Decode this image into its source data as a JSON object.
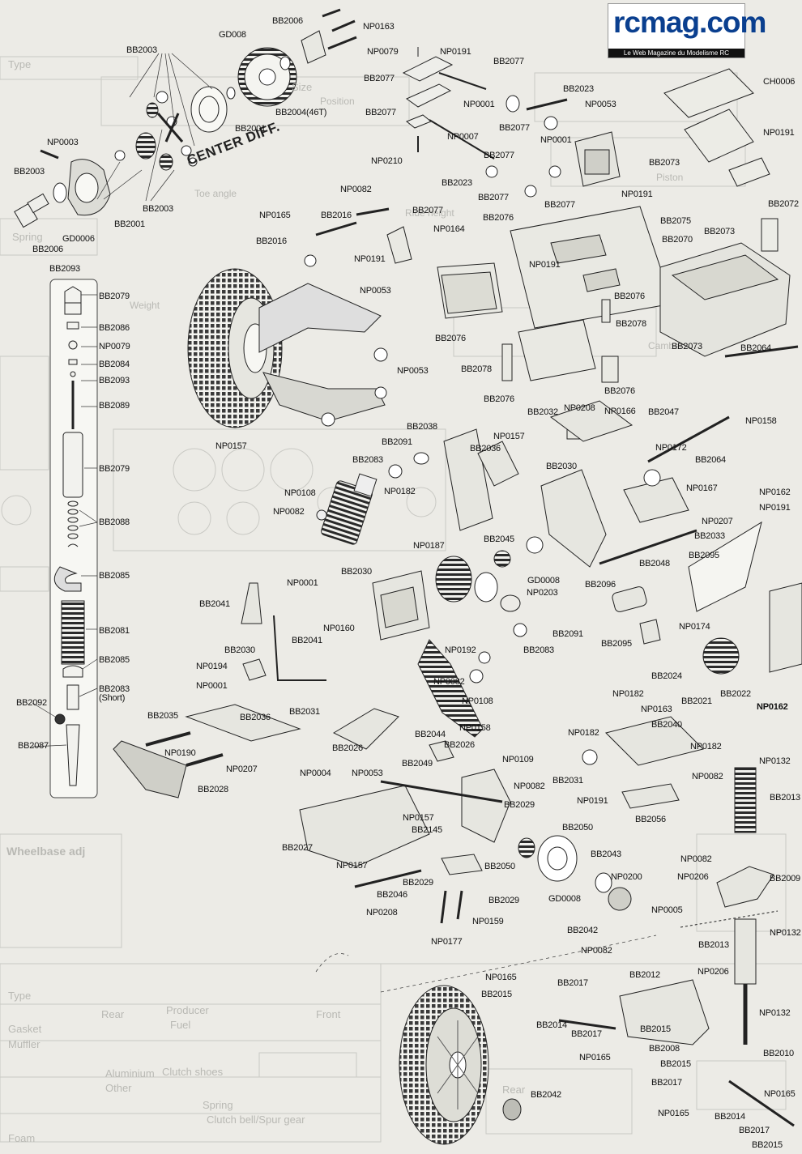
{
  "logo": {
    "brand": "rcmag.com",
    "tagline": "Le Web Magazine du Modelisme RC"
  },
  "diagram_title": "CENTER DIFF.",
  "labels": [
    {
      "id": "l1",
      "text": "BB2006"
    },
    {
      "id": "l2",
      "text": "NP0163"
    },
    {
      "id": "l3",
      "text": "GD008"
    },
    {
      "id": "l4",
      "text": "BB2003"
    },
    {
      "id": "l5",
      "text": "BB2004(46T)"
    },
    {
      "id": "l6",
      "text": "BB2001"
    },
    {
      "id": "l7",
      "text": "NP0003"
    },
    {
      "id": "l8",
      "text": "BB2003"
    },
    {
      "id": "l9",
      "text": "BB2001"
    },
    {
      "id": "l10",
      "text": "BB2003"
    },
    {
      "id": "l11",
      "text": "GD0006"
    },
    {
      "id": "l12",
      "text": "BB2006"
    },
    {
      "id": "l13",
      "text": "NP0079"
    },
    {
      "id": "l14",
      "text": "NP0191"
    },
    {
      "id": "l15",
      "text": "BB2077"
    },
    {
      "id": "l16",
      "text": "BB2077"
    },
    {
      "id": "l17",
      "text": "BB2023"
    },
    {
      "id": "l18",
      "text": "NP0001"
    },
    {
      "id": "l19",
      "text": "NP0053"
    },
    {
      "id": "l20",
      "text": "BB2077"
    },
    {
      "id": "l21",
      "text": "BB2077"
    },
    {
      "id": "l22",
      "text": "NP0007"
    },
    {
      "id": "l23",
      "text": "NP0001"
    },
    {
      "id": "l24",
      "text": "NP0210"
    },
    {
      "id": "l25",
      "text": "BB2077"
    },
    {
      "id": "l26",
      "text": "BB2023"
    },
    {
      "id": "l27",
      "text": "BB2077"
    },
    {
      "id": "l28",
      "text": "BB2077"
    },
    {
      "id": "l29",
      "text": "CH0006"
    },
    {
      "id": "l30",
      "text": "NP0191"
    },
    {
      "id": "l31",
      "text": "BB2073"
    },
    {
      "id": "l32",
      "text": "BB2072"
    },
    {
      "id": "l33",
      "text": "NP0082"
    },
    {
      "id": "l34",
      "text": "NP0165"
    },
    {
      "id": "l35",
      "text": "BB2016"
    },
    {
      "id": "l36",
      "text": "BB2077"
    },
    {
      "id": "l37",
      "text": "BB2076"
    },
    {
      "id": "l38",
      "text": "NP0191"
    },
    {
      "id": "l39",
      "text": "BB2075"
    },
    {
      "id": "l40",
      "text": "BB2073"
    },
    {
      "id": "l41",
      "text": "NP0164"
    },
    {
      "id": "l42",
      "text": "BB2016"
    },
    {
      "id": "l43",
      "text": "BB2070"
    },
    {
      "id": "l44",
      "text": "NP0191"
    },
    {
      "id": "l45",
      "text": "NP0191"
    },
    {
      "id": "l46",
      "text": "BB2093"
    },
    {
      "id": "l47",
      "text": "NP0053"
    },
    {
      "id": "l48",
      "text": "BB2076"
    },
    {
      "id": "l49",
      "text": "BB2079"
    },
    {
      "id": "l50",
      "text": "BB2086"
    },
    {
      "id": "l51",
      "text": "BB2078"
    },
    {
      "id": "l52",
      "text": "NP0079"
    },
    {
      "id": "l53",
      "text": "BB2076"
    },
    {
      "id": "l54",
      "text": "BB2073"
    },
    {
      "id": "l55",
      "text": "BB2084"
    },
    {
      "id": "l56",
      "text": "BB2064"
    },
    {
      "id": "l57",
      "text": "BB2093"
    },
    {
      "id": "l58",
      "text": "NP0053"
    },
    {
      "id": "l59",
      "text": "BB2078"
    },
    {
      "id": "l60",
      "text": "BB2076"
    },
    {
      "id": "l61",
      "text": "BB2089"
    },
    {
      "id": "l62",
      "text": "BB2076"
    },
    {
      "id": "l63",
      "text": "NP0208"
    },
    {
      "id": "l64",
      "text": "BB2032"
    },
    {
      "id": "l65",
      "text": "NP0166"
    },
    {
      "id": "l66",
      "text": "BB2047"
    },
    {
      "id": "l67",
      "text": "NP0158"
    },
    {
      "id": "l68",
      "text": "BB2038"
    },
    {
      "id": "l69",
      "text": "NP0157"
    },
    {
      "id": "l70",
      "text": "NP0157"
    },
    {
      "id": "l71",
      "text": "BB2091"
    },
    {
      "id": "l72",
      "text": "BB2036"
    },
    {
      "id": "l73",
      "text": "NP0172"
    },
    {
      "id": "l74",
      "text": "BB2079"
    },
    {
      "id": "l75",
      "text": "BB2083"
    },
    {
      "id": "l76",
      "text": "BB2030"
    },
    {
      "id": "l77",
      "text": "BB2064"
    },
    {
      "id": "l78",
      "text": "NP0162"
    },
    {
      "id": "l79",
      "text": "NP0191"
    },
    {
      "id": "l80",
      "text": "NP0108"
    },
    {
      "id": "l81",
      "text": "NP0182"
    },
    {
      "id": "l82",
      "text": "NP0167"
    },
    {
      "id": "l83",
      "text": "BB2088"
    },
    {
      "id": "l84",
      "text": "NP0082"
    },
    {
      "id": "l85",
      "text": "NP0207"
    },
    {
      "id": "l86",
      "text": "NP0187"
    },
    {
      "id": "l87",
      "text": "BB2045"
    },
    {
      "id": "l88",
      "text": "BB2033"
    },
    {
      "id": "l89",
      "text": "BB2095"
    },
    {
      "id": "l90",
      "text": "BB2048"
    },
    {
      "id": "l91",
      "text": "BB2085"
    },
    {
      "id": "l92",
      "text": "BB2030"
    },
    {
      "id": "l93",
      "text": "NP0001"
    },
    {
      "id": "l94",
      "text": "GD0008"
    },
    {
      "id": "l95",
      "text": "BB2096"
    },
    {
      "id": "l96",
      "text": "BB2041"
    },
    {
      "id": "l97",
      "text": "NP0203"
    },
    {
      "id": "l98",
      "text": "BB2081"
    },
    {
      "id": "l99",
      "text": "NP0160"
    },
    {
      "id": "l100",
      "text": "BB2041"
    },
    {
      "id": "l101",
      "text": "BB2091"
    },
    {
      "id": "l102",
      "text": "NP0174"
    },
    {
      "id": "l103",
      "text": "BB2095"
    },
    {
      "id": "l104",
      "text": "BB2030"
    },
    {
      "id": "l105",
      "text": "NP0192"
    },
    {
      "id": "l106",
      "text": "BB2083"
    },
    {
      "id": "l107",
      "text": "NP0194"
    },
    {
      "id": "l108",
      "text": "BB2024"
    },
    {
      "id": "l109",
      "text": "BB2085"
    },
    {
      "id": "l110",
      "text": "NP0001"
    },
    {
      "id": "l111",
      "text": "NP0082"
    },
    {
      "id": "l112",
      "text": "BB2021"
    },
    {
      "id": "l113",
      "text": "BB2022"
    },
    {
      "id": "l114",
      "text": "BB2083"
    },
    {
      "id": "l115",
      "text": "(Short)"
    },
    {
      "id": "l116",
      "text": "NP0108"
    },
    {
      "id": "l117",
      "text": "NP0182"
    },
    {
      "id": "l118",
      "text": "BB2092"
    },
    {
      "id": "l119",
      "text": "NP0163"
    },
    {
      "id": "l120",
      "text": "NP0162"
    },
    {
      "id": "l121",
      "text": "BB2035"
    },
    {
      "id": "l122",
      "text": "BB2036"
    },
    {
      "id": "l123",
      "text": "BB2031"
    },
    {
      "id": "l124",
      "text": "BB2040"
    },
    {
      "id": "l125",
      "text": "BB2087"
    },
    {
      "id": "l126",
      "text": "NP0158"
    },
    {
      "id": "l127",
      "text": "BB2044"
    },
    {
      "id": "l128",
      "text": "NP0182"
    },
    {
      "id": "l129",
      "text": "NP0182"
    },
    {
      "id": "l130",
      "text": "NP0190"
    },
    {
      "id": "l131",
      "text": "BB2026"
    },
    {
      "id": "l132",
      "text": "BB2026"
    },
    {
      "id": "l133",
      "text": "NP0109"
    },
    {
      "id": "l134",
      "text": "NP0132"
    },
    {
      "id": "l135",
      "text": "NP0207"
    },
    {
      "id": "l136",
      "text": "BB2049"
    },
    {
      "id": "l137",
      "text": "BB2031"
    },
    {
      "id": "l138",
      "text": "NP0082"
    },
    {
      "id": "l139",
      "text": "NP0004"
    },
    {
      "id": "l140",
      "text": "NP0053"
    },
    {
      "id": "l141",
      "text": "NP0082"
    },
    {
      "id": "l142",
      "text": "BB2013"
    },
    {
      "id": "l143",
      "text": "BB2028"
    },
    {
      "id": "l144",
      "text": "NP0191"
    },
    {
      "id": "l145",
      "text": "BB2029"
    },
    {
      "id": "l146",
      "text": "NP0157"
    },
    {
      "id": "l147",
      "text": "BB2056"
    },
    {
      "id": "l148",
      "text": "BB2145"
    },
    {
      "id": "l149",
      "text": "BB2027"
    },
    {
      "id": "l150",
      "text": "BB2050"
    },
    {
      "id": "l151",
      "text": "BB2043"
    },
    {
      "id": "l152",
      "text": "NP0082"
    },
    {
      "id": "l153",
      "text": "NP0157"
    },
    {
      "id": "l154",
      "text": "BB2050"
    },
    {
      "id": "l155",
      "text": "NP0206"
    },
    {
      "id": "l156",
      "text": "NP0200"
    },
    {
      "id": "l157",
      "text": "BB2009"
    },
    {
      "id": "l158",
      "text": "BB2029"
    },
    {
      "id": "l159",
      "text": "BB2046"
    },
    {
      "id": "l160",
      "text": "GD0008"
    },
    {
      "id": "l161",
      "text": "BB2029"
    },
    {
      "id": "l162",
      "text": "NP0005"
    },
    {
      "id": "l163",
      "text": "NP0208"
    },
    {
      "id": "l164",
      "text": "NP0159"
    },
    {
      "id": "l165",
      "text": "BB2042"
    },
    {
      "id": "l166",
      "text": "NP0132"
    },
    {
      "id": "l167",
      "text": "NP0177"
    },
    {
      "id": "l168",
      "text": "BB2013"
    },
    {
      "id": "l169",
      "text": "NP0082"
    },
    {
      "id": "l170",
      "text": "NP0165"
    },
    {
      "id": "l171",
      "text": "BB2012"
    },
    {
      "id": "l172",
      "text": "BB2017"
    },
    {
      "id": "l173",
      "text": "NP0206"
    },
    {
      "id": "l174",
      "text": "BB2015"
    },
    {
      "id": "l175",
      "text": "NP0132"
    },
    {
      "id": "l176",
      "text": "BB2014"
    },
    {
      "id": "l177",
      "text": "BB2015"
    },
    {
      "id": "l178",
      "text": "BB2017"
    },
    {
      "id": "l179",
      "text": "BB2008"
    },
    {
      "id": "l180",
      "text": "BB2010"
    },
    {
      "id": "l181",
      "text": "NP0165"
    },
    {
      "id": "l182",
      "text": "BB2015"
    },
    {
      "id": "l183",
      "text": "BB2017"
    },
    {
      "id": "l184",
      "text": "NP0165"
    },
    {
      "id": "l185",
      "text": "BB2042"
    },
    {
      "id": "l186",
      "text": "NP0165"
    },
    {
      "id": "l187",
      "text": "BB2014"
    },
    {
      "id": "l188",
      "text": "BB2017"
    },
    {
      "id": "l189",
      "text": "BB2015"
    }
  ],
  "background_text": [
    {
      "id": "g1",
      "text": "Type"
    },
    {
      "id": "g2",
      "text": "Size"
    },
    {
      "id": "g3",
      "text": "Position"
    },
    {
      "id": "g4",
      "text": "Piston"
    },
    {
      "id": "g5",
      "text": "Spring"
    },
    {
      "id": "g6",
      "text": "Toe angle"
    },
    {
      "id": "g7",
      "text": "Weight"
    },
    {
      "id": "g8",
      "text": "Ride height"
    },
    {
      "id": "g9",
      "text": "Camber"
    },
    {
      "id": "g10",
      "text": "Wheelbase adj"
    },
    {
      "id": "g11",
      "text": "Rear"
    },
    {
      "id": "g12",
      "text": "Front"
    },
    {
      "id": "g13",
      "text": "Aluminium"
    },
    {
      "id": "g14",
      "text": "Other"
    },
    {
      "id": "g15",
      "text": "Clutch shoes"
    },
    {
      "id": "g16",
      "text": "Spring"
    },
    {
      "id": "g17",
      "text": "Clutch bell/Spur gear"
    },
    {
      "id": "g18",
      "text": "Gasket"
    },
    {
      "id": "g19",
      "text": "Muffler"
    },
    {
      "id": "g20",
      "text": "Fuel"
    },
    {
      "id": "g21",
      "text": "Producer"
    },
    {
      "id": "g22",
      "text": "Type"
    },
    {
      "id": "g23",
      "text": "Foam"
    },
    {
      "id": "g24",
      "text": "Rear"
    }
  ]
}
